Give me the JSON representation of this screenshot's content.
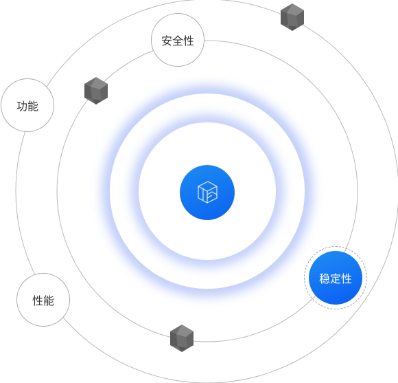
{
  "diagram": {
    "nodes": {
      "security": "安全性",
      "function": "功能",
      "performance": "性能",
      "stability": "稳定性"
    },
    "active_node": "stability",
    "center_icon": "cube-logo-icon",
    "decor_icon": "polyhedron-icon",
    "colors": {
      "orbit": "#b5b5b5",
      "glow": "#8ea4f5",
      "accent": "#0a6af2",
      "gem": "#6f6f6f"
    }
  }
}
